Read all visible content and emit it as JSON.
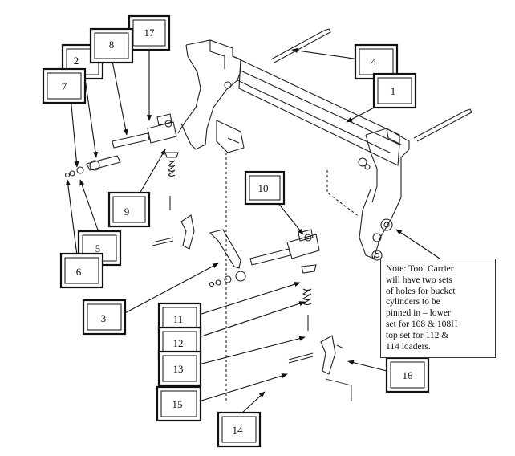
{
  "callouts": {
    "c1": "1",
    "c2": "2",
    "c3": "3",
    "c4": "4",
    "c5": "5",
    "c6": "6",
    "c7": "7",
    "c8": "8",
    "c9": "9",
    "c10": "10",
    "c11": "11",
    "c12": "12",
    "c13": "13",
    "c14": "14",
    "c15": "15",
    "c16": "16",
    "c17": "17"
  },
  "note": {
    "lines": [
      "Note:  Tool Carrier",
      "will have two sets",
      "of holes for bucket",
      "cylinders to be",
      "pinned in – lower",
      "set for 108 & 108H",
      "top set for 112 &",
      "114 loaders."
    ]
  }
}
